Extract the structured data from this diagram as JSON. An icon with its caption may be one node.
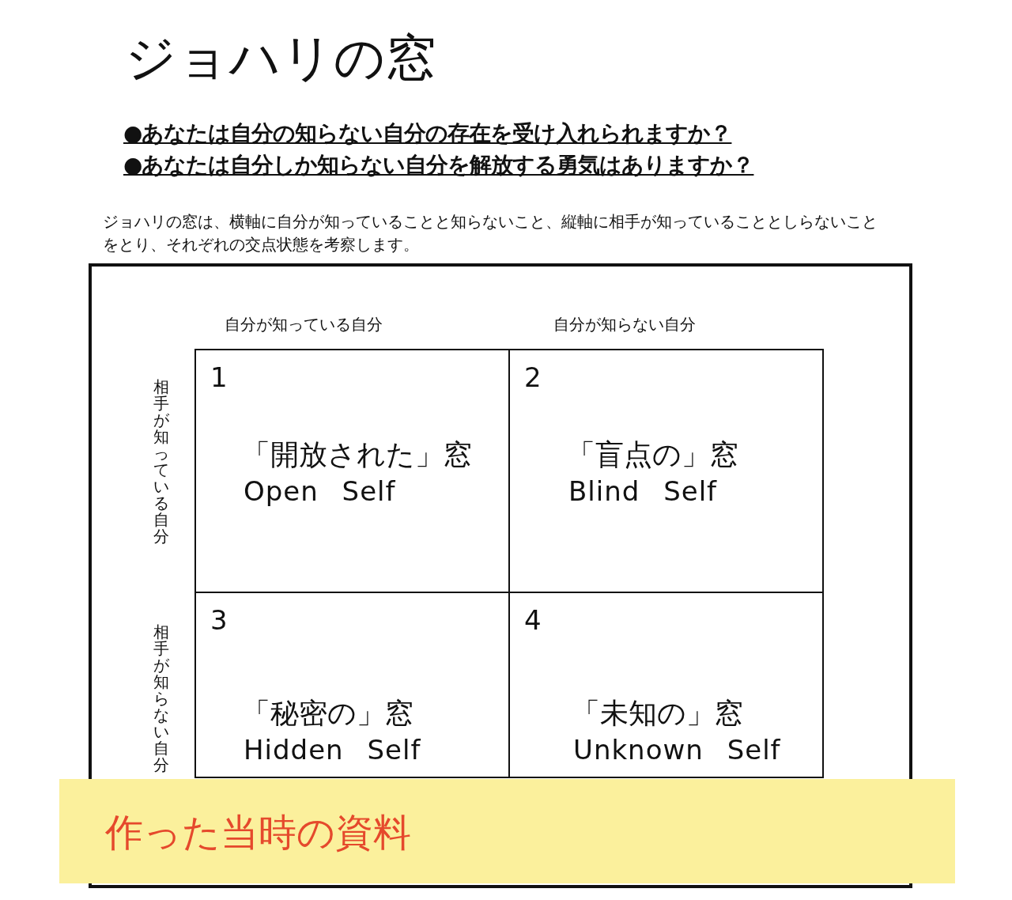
{
  "diagram": {
    "title": "ジョハリの窓",
    "nodes": [
      {
        "text": [
          "自分が知っている自分",
          "自分が知らない自分",
          "相手が知っている自分",
          "相手が知らない自分"
        ]
      },
      {
        "text": [
          "1",
          "「開放された」窓",
          "Open Self"
        ],
        "in": 0
      },
      {
        "text": [
          "2",
          "「盲点の」窓",
          "Blind Self"
        ],
        "in": 0
      },
      {
        "text": [
          "3",
          "「秘密の」窓",
          "Hidden Self"
        ],
        "in": 0
      },
      {
        "text": [
          "4",
          "「未知の」窓",
          "Unknown Self"
        ],
        "in": 0
      },
      {
        "text": [
          "作った当時の資料"
        ]
      }
    ],
    "edges": [],
    "labels": [
      "●あなたは自分の知らない自分の存在を受け入れられますか？",
      "●あなたは自分しか知らない自分を解放する勇気はありますか？",
      "ジョハリの窓は、横軸に自分が知っていることと知らないこと、縦軸に相手が知っていることとしらないことをとり、それぞれの交点状態を考察します。"
    ]
  }
}
